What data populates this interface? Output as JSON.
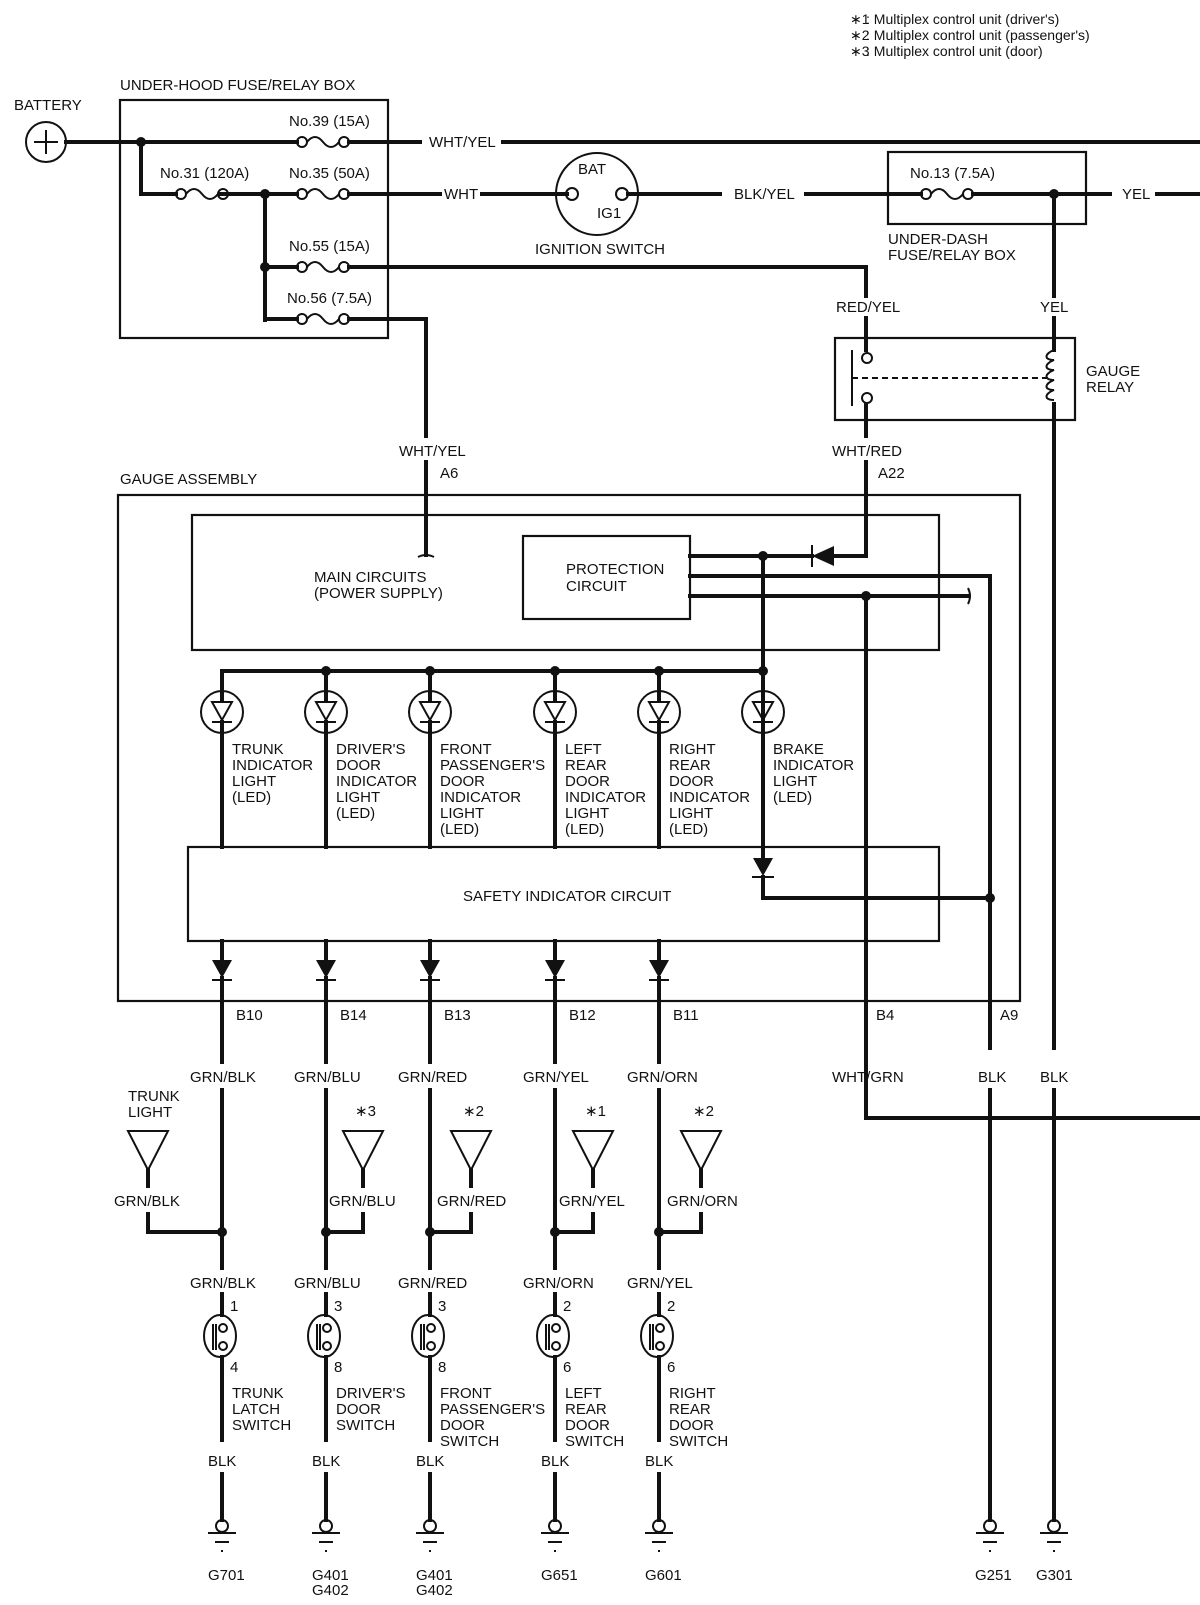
{
  "notes": [
    {
      "mark": "∗1",
      "text": ": Multiplex control unit (driver's)"
    },
    {
      "mark": "∗2",
      "text": ": Multiplex control unit (passenger's)"
    },
    {
      "mark": "∗3",
      "text": ": Multiplex control unit (door)"
    }
  ],
  "battery": {
    "label": "BATTERY",
    "icon": "battery-plus-icon"
  },
  "underhood_box": {
    "title": "UNDER-HOOD FUSE/RELAY BOX",
    "fuses": [
      "No.39 (15A)",
      "No.31 (120A)",
      "No.35 (50A)",
      "No.55 (15A)",
      "No.56 (7.5A)"
    ]
  },
  "wires_top": {
    "fuse39_out": "WHT/YEL",
    "fuse35_out": "WHT",
    "ign_out": "BLK/YEL",
    "fuse13_out": "YEL",
    "relay_in": "RED/YEL",
    "relay_coil_in": "YEL",
    "relay_out": "WHT/RED",
    "fuse56_out": "WHT/YEL"
  },
  "ignition_switch": {
    "label": "IGNITION SWITCH",
    "terminal_in": "BAT",
    "terminal_out": "IG1"
  },
  "underdash_box": {
    "title_line1": "UNDER-DASH",
    "title_line2": "FUSE/RELAY BOX",
    "fuse": "No.13 (7.5A)"
  },
  "gauge_relay": {
    "line1": "GAUGE",
    "line2": "RELAY"
  },
  "gauge_assembly": {
    "title": "GAUGE ASSEMBLY",
    "main_circuits_line1": "MAIN CIRCUITS",
    "main_circuits_line2": "(POWER SUPPLY)",
    "protection_line1": "PROTECTION",
    "protection_line2": "CIRCUIT",
    "safety_circuit": "SAFETY INDICATOR CIRCUIT",
    "connector_a6": "A6",
    "connector_a22": "A22",
    "leds": [
      {
        "lines": [
          "TRUNK",
          "INDICATOR",
          "LIGHT",
          "(LED)"
        ]
      },
      {
        "lines": [
          "DRIVER'S",
          "DOOR",
          "INDICATOR",
          "LIGHT",
          "(LED)"
        ]
      },
      {
        "lines": [
          "FRONT",
          "PASSENGER'S",
          "DOOR",
          "INDICATOR",
          "LIGHT",
          "(LED)"
        ]
      },
      {
        "lines": [
          "LEFT",
          "REAR",
          "DOOR",
          "INDICATOR",
          "LIGHT",
          "(LED)"
        ]
      },
      {
        "lines": [
          "RIGHT",
          "REAR",
          "DOOR",
          "INDICATOR",
          "LIGHT",
          "(LED)"
        ]
      },
      {
        "lines": [
          "BRAKE",
          "INDICATOR",
          "LIGHT",
          "(LED)"
        ]
      }
    ]
  },
  "branches": [
    {
      "pin": "B10",
      "wire": "GRN/BLK",
      "ref": "TRUNK LIGHT",
      "ref_wire": "GRN/BLK",
      "sw_wire": "GRN/BLK",
      "sw_in": "1",
      "sw_out": "4",
      "sw_lines": [
        "TRUNK",
        "LATCH",
        "SWITCH"
      ],
      "gnd_wire": "BLK",
      "ground": [
        "G701"
      ]
    },
    {
      "pin": "B14",
      "wire": "GRN/BLU",
      "ref": "∗3",
      "ref_wire": "GRN/BLU",
      "sw_wire": "GRN/BLU",
      "sw_in": "3",
      "sw_out": "8",
      "sw_lines": [
        "DRIVER'S",
        "DOOR",
        "SWITCH"
      ],
      "gnd_wire": "BLK",
      "ground": [
        "G401",
        "G402"
      ]
    },
    {
      "pin": "B13",
      "wire": "GRN/RED",
      "ref": "∗2",
      "ref_wire": "GRN/RED",
      "sw_wire": "GRN/RED",
      "sw_in": "3",
      "sw_out": "8",
      "sw_lines": [
        "FRONT",
        "PASSENGER'S",
        "DOOR",
        "SWITCH"
      ],
      "gnd_wire": "BLK",
      "ground": [
        "G401",
        "G402"
      ]
    },
    {
      "pin": "B12",
      "wire": "GRN/YEL",
      "ref": "∗1",
      "ref_wire": "GRN/YEL",
      "sw_wire": "GRN/ORN",
      "sw_in": "2",
      "sw_out": "6",
      "sw_lines": [
        "LEFT",
        "REAR",
        "DOOR",
        "SWITCH"
      ],
      "gnd_wire": "BLK",
      "ground": [
        "G651"
      ]
    },
    {
      "pin": "B11",
      "wire": "GRN/ORN",
      "ref": "∗2",
      "ref_wire": "GRN/ORN",
      "sw_wire": "GRN/YEL",
      "sw_in": "2",
      "sw_out": "6",
      "sw_lines": [
        "RIGHT",
        "REAR",
        "DOOR",
        "SWITCH"
      ],
      "gnd_wire": "BLK",
      "ground": [
        "G601"
      ]
    }
  ],
  "right_side": {
    "b4": {
      "pin": "B4",
      "wire": "WHT/GRN"
    },
    "a9": {
      "pin": "A9",
      "wire": "BLK",
      "ground": "G251"
    },
    "relay_gnd": {
      "wire": "BLK",
      "ground": "G301"
    }
  }
}
